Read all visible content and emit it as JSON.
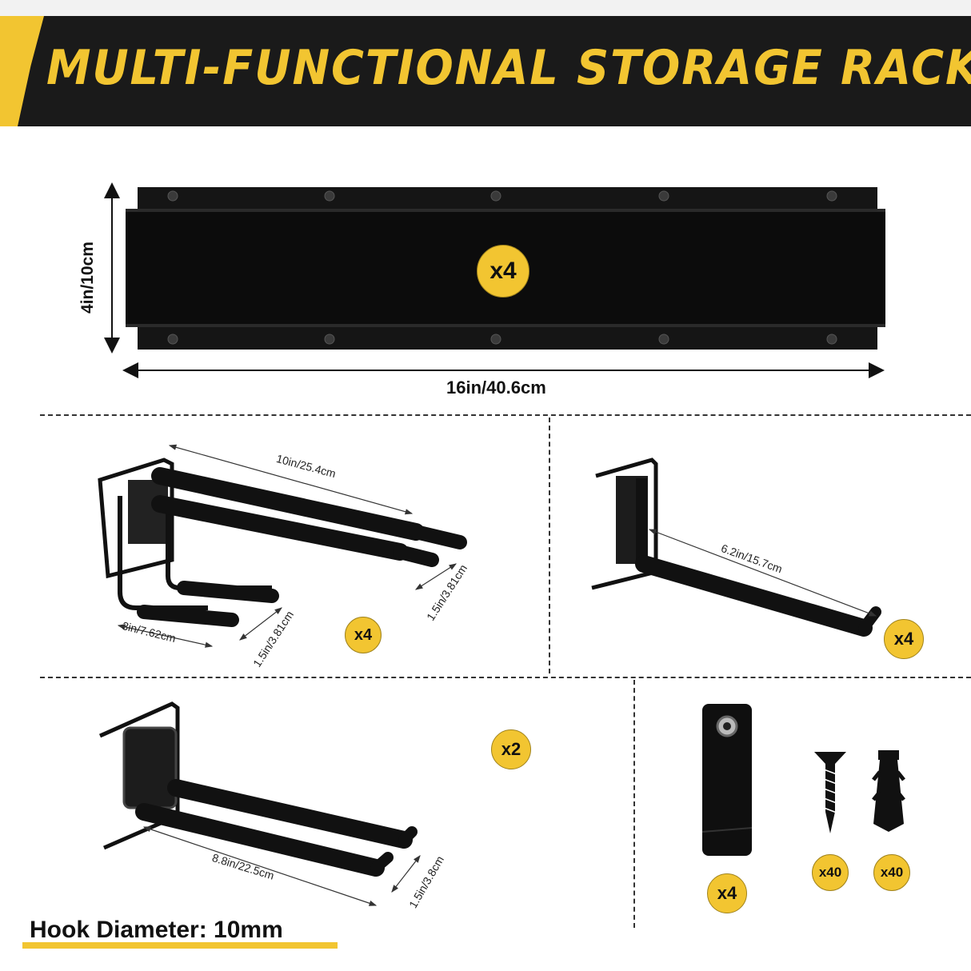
{
  "banner": {
    "title": "MULTI-FUNCTIONAL STORAGE RACK KIT"
  },
  "rail": {
    "height_label": "4in/10cm",
    "width_label": "16in/40.6cm",
    "qty": "x4"
  },
  "double_hook": {
    "length_label": "10in/25.4cm",
    "gap_outer_label": "1.5in/3.81cm",
    "width_label": "3in/7.62cm",
    "gap_inner_label": "1.5in/3.81cm",
    "qty": "x4"
  },
  "single_hook": {
    "length_label": "6.2in/15.7cm",
    "qty": "x4"
  },
  "long_hook": {
    "length_label": "8.8in/22.5cm",
    "gap_label": "1.5in/3.8cm",
    "qty": "x2"
  },
  "accessories": {
    "strap_qty": "x4",
    "screw_qty": "x40",
    "anchor_qty": "x40"
  },
  "footer": {
    "hook_diameter": "Hook Diameter: 10mm"
  },
  "colors": {
    "accent": "#f2c531",
    "banner_bg": "#1a1a1a",
    "product": "#111111"
  },
  "icons": [
    "strap-icon",
    "screw-icon",
    "wall-anchor-icon"
  ]
}
